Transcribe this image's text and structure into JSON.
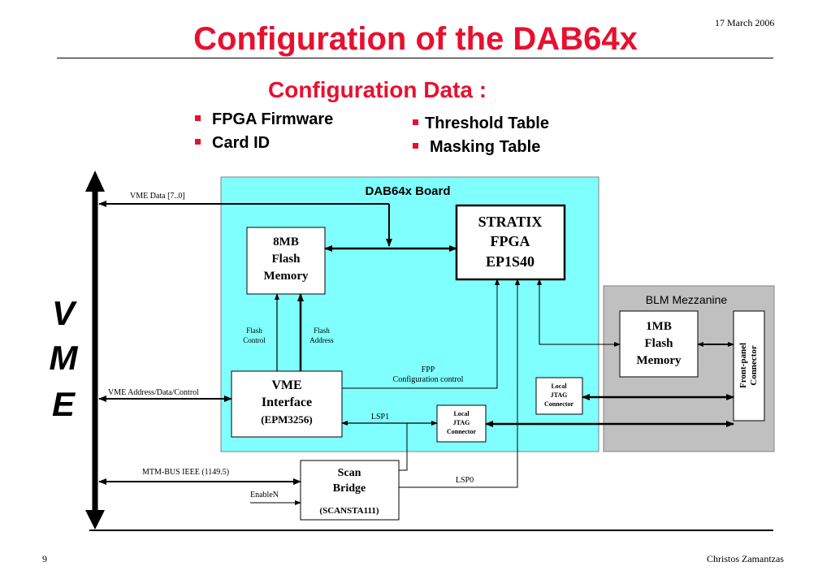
{
  "header": {
    "date": "17 March 2006",
    "title": "Configuration of the DAB64x"
  },
  "config": {
    "heading": "Configuration Data :",
    "left_items": [
      "FPGA Firmware",
      "Card ID"
    ],
    "right_items": [
      "Threshold Table",
      "Masking Table"
    ]
  },
  "diagram": {
    "vme_letters": [
      "V",
      "M",
      "E"
    ],
    "board_title": "DAB64x Board",
    "mezz_title": "BLM Mezzanine",
    "flash8": [
      "8MB",
      "Flash",
      "Memory"
    ],
    "stratix": [
      "STRATIX",
      "FPGA",
      "EP1S40"
    ],
    "vmeif": [
      "VME",
      "Interface",
      "(EPM3256)"
    ],
    "flash1": [
      "1MB",
      "Flash",
      "Memory"
    ],
    "scan": [
      "Scan",
      "Bridge",
      "(SCANSTA111)"
    ],
    "jtag_upper": [
      "Local",
      "JTAG",
      "Connector"
    ],
    "jtag_lower": [
      "Local",
      "JTAG",
      "Connector"
    ],
    "front_panel": [
      "Front-panel",
      "Connector"
    ],
    "labels": {
      "vme_data": "VME Data [7..0]",
      "vme_adc": "VME Address/Data/Control",
      "mtm_bus": "MTM-BUS IEEE (1149.5)",
      "enablen": "EnableN",
      "flash_control": [
        "Flash",
        "Control"
      ],
      "flash_address": [
        "Flash",
        "Address"
      ],
      "fpp": [
        "FPP",
        "Configuration control"
      ],
      "lsp1": "LSP1",
      "lsp0": "LSP0"
    }
  },
  "footer": {
    "page": "9",
    "author": "Christos Zamantzas"
  },
  "colors": {
    "title_red": "#e8102f",
    "board_cyan": "#80ffff",
    "mezz_gray": "#c0c0c0"
  }
}
